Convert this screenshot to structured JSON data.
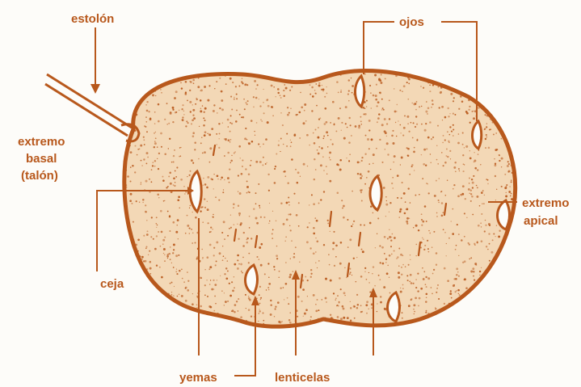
{
  "colors": {
    "ink": "#b8581c",
    "tuber_fill": "#f3d8b6",
    "background": "#fdfcf9"
  },
  "labels": {
    "estolon": "estolón",
    "ojos": "ojos",
    "extremo_basal_1": "extremo",
    "extremo_basal_2": "basal",
    "extremo_basal_3": "(talón)",
    "extremo_apical_1": "extremo",
    "extremo_apical_2": "apical",
    "ceja": "ceja",
    "yemas": "yemas",
    "lenticelas": "lenticelas"
  }
}
